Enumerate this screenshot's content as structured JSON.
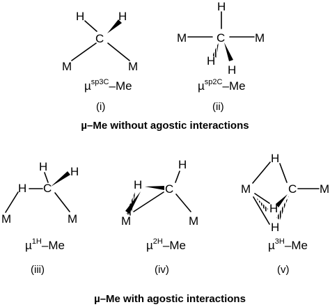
{
  "structures": [
    {
      "atoms": {
        "h_left": "H",
        "h_right": "H",
        "c": "C",
        "m_left": "M",
        "m_right": "M"
      },
      "label": {
        "mu": "µ",
        "sup": "sp3C",
        "rest": "–Me"
      },
      "number": "(i)"
    },
    {
      "atoms": {
        "h_top": "H",
        "m_left": "M",
        "c": "C",
        "m_right": "M",
        "h_mid": "H",
        "h_bottom": "H"
      },
      "label": {
        "mu": "µ",
        "sup": "sp2C",
        "rest": "–Me"
      },
      "number": "(ii)"
    },
    {
      "atoms": {
        "h_up": "H",
        "h_right": "H",
        "h_left": "H",
        "c": "C",
        "m_left": "M",
        "m_right": "M"
      },
      "label": {
        "mu": "µ",
        "sup": "1H",
        "rest": "–Me"
      },
      "number": "(iii)"
    },
    {
      "atoms": {
        "h_up": "H",
        "h_left": "H",
        "c": "C",
        "m_left": "M",
        "m_right": "M"
      },
      "label": {
        "mu": "µ",
        "sup": "2H",
        "rest": "–Me"
      },
      "number": "(iv)"
    },
    {
      "atoms": {
        "h_top": "H",
        "m_left": "M",
        "c": "C",
        "m_right": "M",
        "h_mid": "H",
        "h_bottom": "H"
      },
      "label": {
        "mu": "µ",
        "sup": "3H",
        "rest": "–Me"
      },
      "number": "(v)"
    }
  ],
  "captions": {
    "without": "µ–Me without agostic interactions",
    "with": "µ–Me with agostic interactions"
  }
}
